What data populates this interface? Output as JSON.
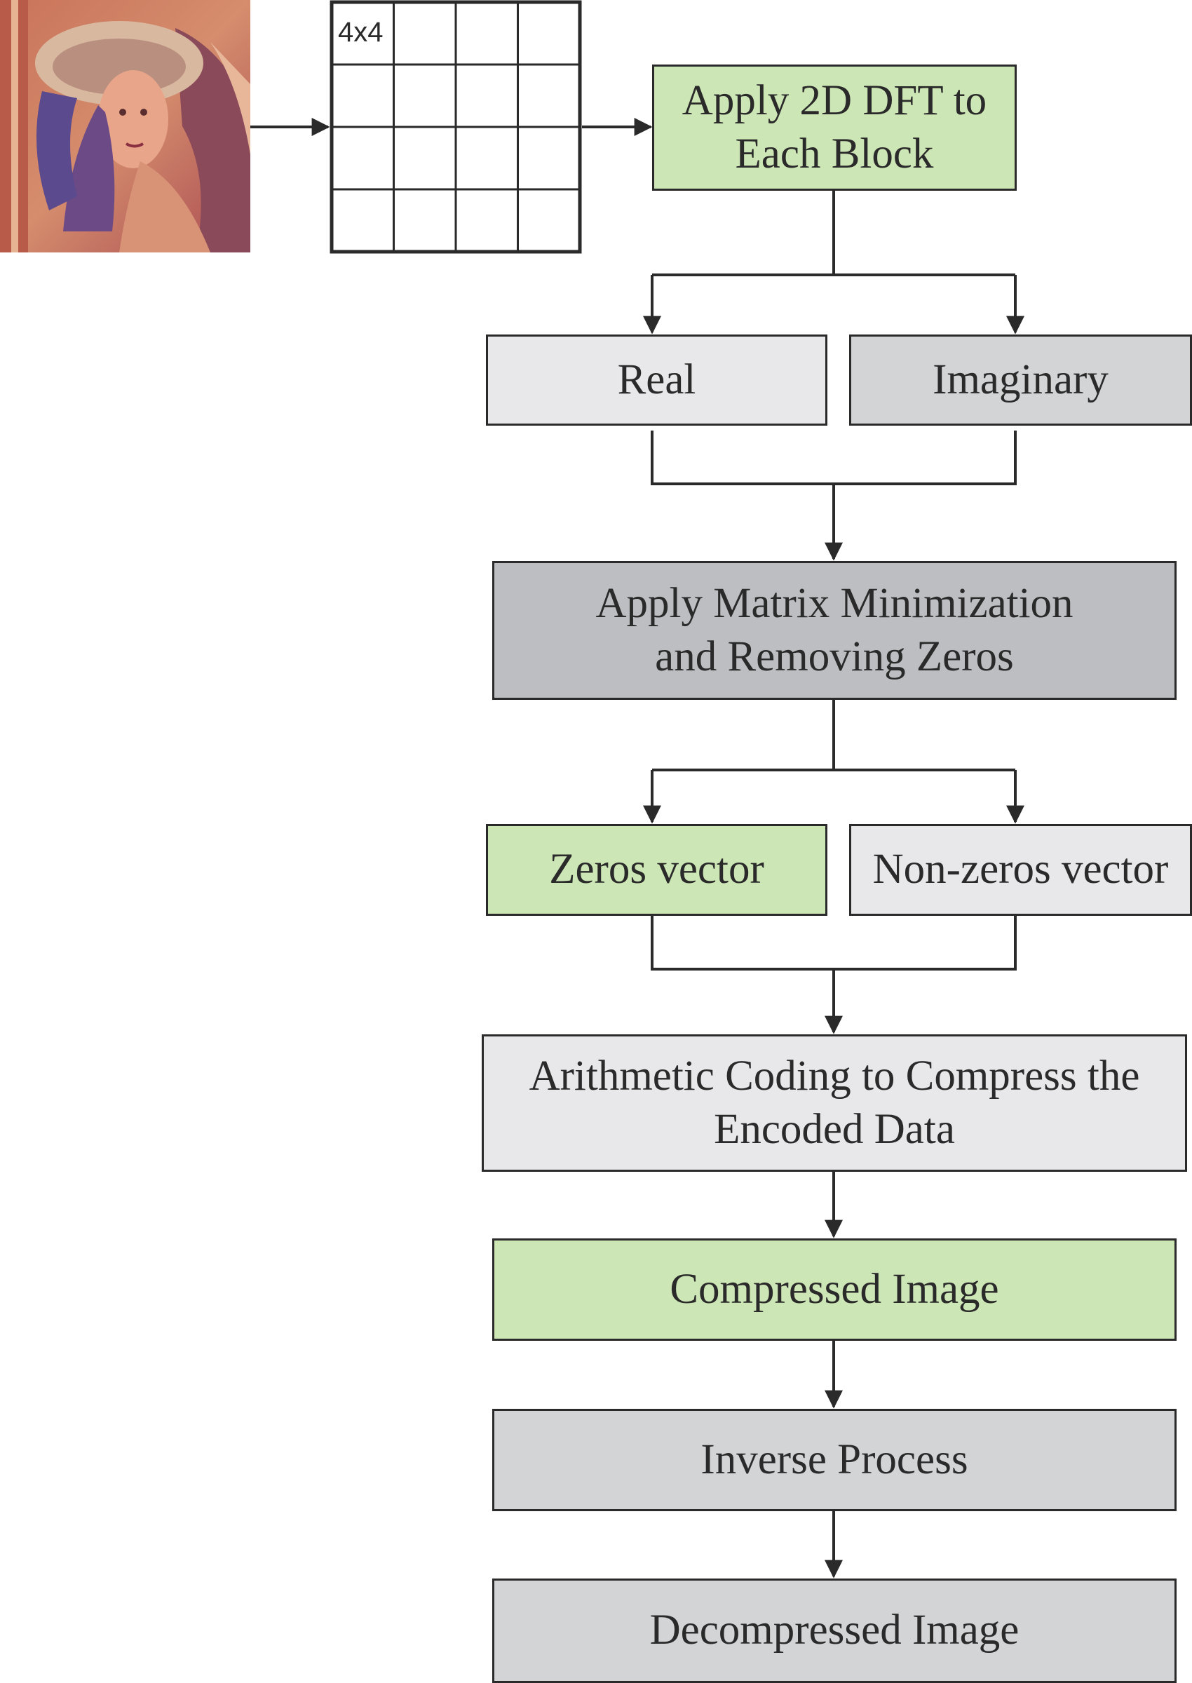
{
  "input_block": {
    "grid_label": "4x4",
    "rows": 4,
    "cols": 4
  },
  "steps": {
    "dft": "Apply 2D DFT to\nEach Block",
    "real": "Real",
    "imaginary": "Imaginary",
    "matrix": "Apply Matrix Minimization\nand Removing Zeros",
    "zeros": "Zeros vector",
    "nonzeros": "Non-zeros vector",
    "arithmetic": "Arithmetic Coding to Compress the\nEncoded Data",
    "compressed": "Compressed Image",
    "inverse": "Inverse Process",
    "decompressed": "Decompressed Image"
  },
  "colors": {
    "green": "#cde6b5",
    "light_gray": "#e8e8ea",
    "mid_gray": "#d3d4d6",
    "dark_gray": "#bdbec1",
    "line": "#2a2a2a"
  }
}
